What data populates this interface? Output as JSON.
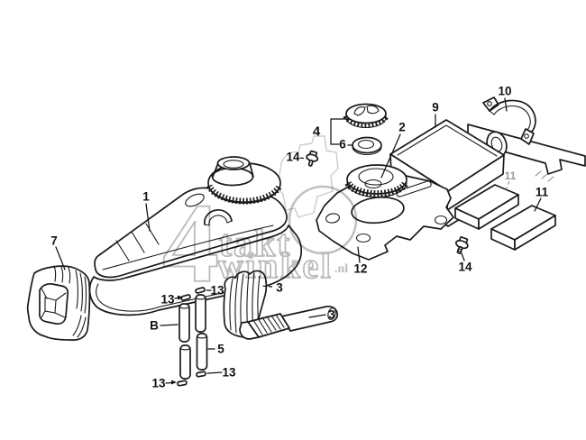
{
  "diagram": {
    "watermark": {
      "numeral": "4",
      "word_top": "takt",
      "word_bottom": "winkel",
      "suffix": ".nl",
      "color": "#b5b5b5"
    },
    "callouts": {
      "part_1": "1",
      "part_2": "2",
      "part_3": "3",
      "part_4": "4",
      "part_5": "5",
      "part_6": "6",
      "part_7": "7",
      "part_9": "9",
      "part_10": "10",
      "part_11": "11",
      "part_12": "12",
      "part_13": "13",
      "part_14": "14",
      "part_b": "B"
    },
    "colors": {
      "line": "#1a1a1a",
      "background": "#ffffff",
      "watermark": "#b5b5b5",
      "ghost_reference": "#cccccc"
    }
  }
}
